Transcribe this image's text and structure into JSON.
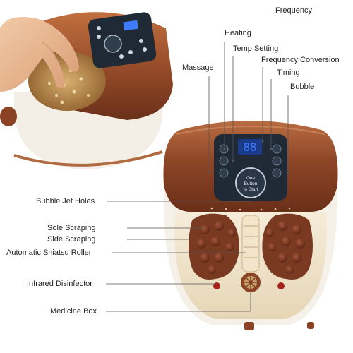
{
  "labels": {
    "frequency": "Frequency",
    "heating": "Heating",
    "temp_setting": "Temp Setting",
    "frequency_conversion": "Frequency Conversion",
    "massage": "Massage",
    "timing": "Timing",
    "bubble": "Bubble",
    "bubble_jet_holes": "Bubble Jet Holes",
    "sole_scraping": "Sole Scraping",
    "side_scraping": "Side Scraping",
    "automatic_shiatsu_roller": "Automatic Shiatsu Roller",
    "infrared_disinfector": "Infrared Disinfector",
    "medicine_box": "Medicine Box"
  },
  "panel": {
    "display": "88",
    "center_button_line1": "One",
    "center_button_line2": "Button",
    "center_button_line3": "to Start",
    "left_buttons": [
      "Heating",
      "Temp Setting",
      "Massage"
    ],
    "right_buttons": [
      "Freq",
      "Timing",
      "Bubble"
    ]
  },
  "colors": {
    "shell_brown": "#8a4325",
    "shell_brown_light": "#b5653b",
    "basin_cream": "#f1e6cf",
    "panel_dark": "#1f2a36",
    "display_blue": "#3e7bff",
    "roller_brown": "#6e2f1d"
  }
}
